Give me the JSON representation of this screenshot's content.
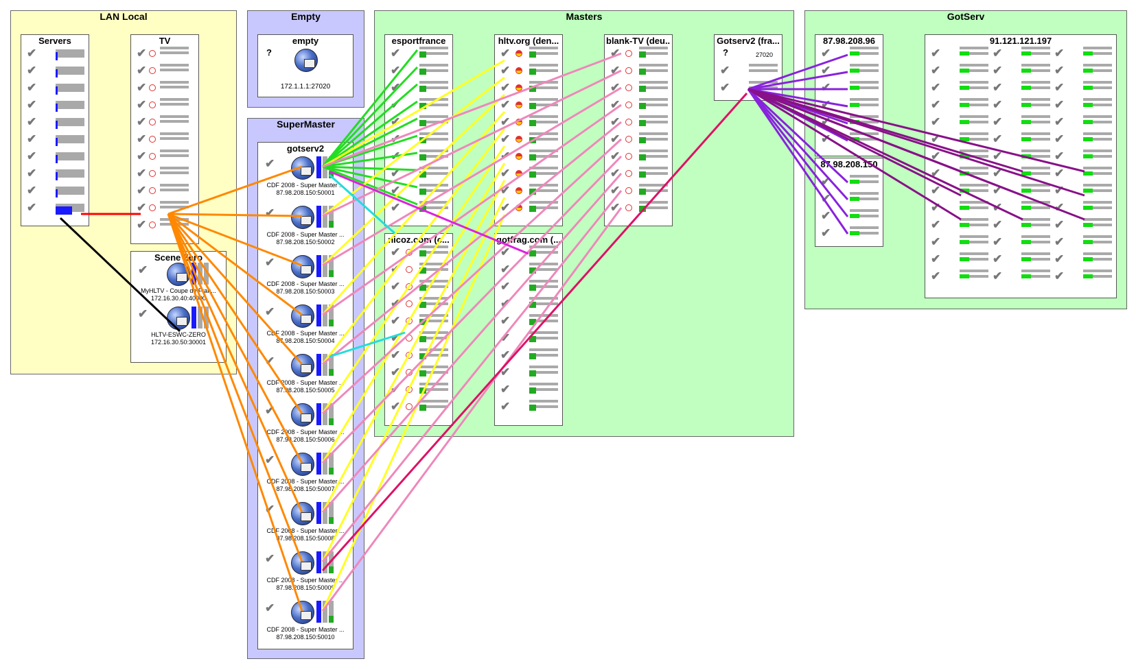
{
  "groups": {
    "lan_local": "LAN Local",
    "empty": "Empty",
    "supermaster": "SuperMaster",
    "masters": "Masters",
    "gotserv": "GotServ"
  },
  "panels": {
    "servers": "Servers",
    "tv": "TV",
    "scene_zero": "Scene Zero",
    "empty_panel": "empty",
    "gotserv2_sm": "gotserv2",
    "esportfrance": "esportfrance",
    "hltv": "hltv.org (den...",
    "blank_tv": "blank-TV (deu...",
    "gotserv2_fra": "Gotserv2 (fra...",
    "nicoz": "nicoz.com (c...",
    "gotfrag": "gotfrag.com (...",
    "ip_96": "87.98.208.96",
    "ip_150": "87.98.208.150",
    "ip_197": "91.121.121.197"
  },
  "nodes": {
    "empty_question": "?",
    "empty_addr": "172.1.1.1:27020",
    "gotserv2_fra_question": "?",
    "gotserv2_fra_port": "27020",
    "scene_zero": [
      {
        "name": "MyHLTV - Coupe de Fran...",
        "addr": "172.16.30.40:40000"
      },
      {
        "name": "HLTV-ESWC-ZERO",
        "addr": "172.16.30.50:30001"
      }
    ],
    "supermaster": [
      {
        "name": "CDF 2008 - Super Master ...",
        "addr": "87.98.208.150:50001"
      },
      {
        "name": "CDF 2008 - Super Master ...",
        "addr": "87.98.208.150:50002"
      },
      {
        "name": "CDF 2008 - Super Master ...",
        "addr": "87.98.208.150:50003"
      },
      {
        "name": "CDF 2008 - Super Master ...",
        "addr": "87.98.208.150:50004"
      },
      {
        "name": "CDF 2008 - Super Master ...",
        "addr": "87.98.208.150:50005"
      },
      {
        "name": "CDF 2008 - Super Master ...",
        "addr": "87.98.208.150:50006"
      },
      {
        "name": "CDF 2008 - Super Master ...",
        "addr": "87.98.208.150:50007"
      },
      {
        "name": "CDF 2008 - Super Master ...",
        "addr": "87.98.208.150:50008"
      },
      {
        "name": "CDF 2008 - Super Master ...",
        "addr": "87.98.208.150:50009"
      },
      {
        "name": "CDF 2008 - Super Master ...",
        "addr": "87.98.208.150:50010"
      }
    ]
  },
  "icons": {
    "check": "✔",
    "server": "server-icon",
    "globe": "hltv-globe-icon"
  },
  "colors": {
    "lan_bg": "#ffffc4",
    "empty_bg": "#c8c8ff",
    "masters_bg": "#c0ffc0",
    "gotserv_bg": "#c0ffc0",
    "green_link": "#22dd22",
    "yellow_link": "#ffff22",
    "pink_link": "#ee88bb",
    "orange_link": "#ff8800",
    "purple_link": "#8822dd",
    "dark_purple_link": "#881188",
    "magenta_link": "#dd1166",
    "red_link": "#ff0000",
    "cyan_link": "#22dddd",
    "black_link": "#000000"
  }
}
